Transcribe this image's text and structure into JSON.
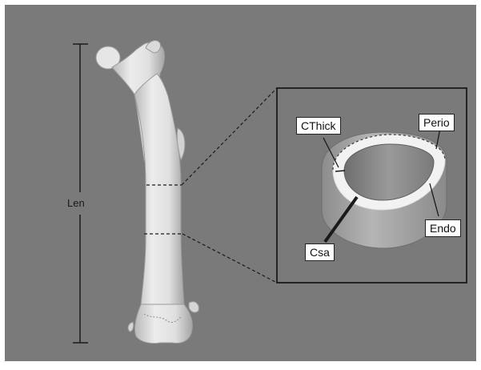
{
  "labels": {
    "length": "Len",
    "cortical_thickness": "CThick",
    "periosteal": "Perio",
    "endosteal": "Endo",
    "cross_sectional_area": "Csa"
  },
  "colors": {
    "background": "#7a7a7a",
    "bone": "#e2e2e2",
    "bone_shadow": "#a9a9a9",
    "inner_wall": "#8e8e8e",
    "annotation_line": "#1a1a1a",
    "label_box": "#ffffff"
  }
}
